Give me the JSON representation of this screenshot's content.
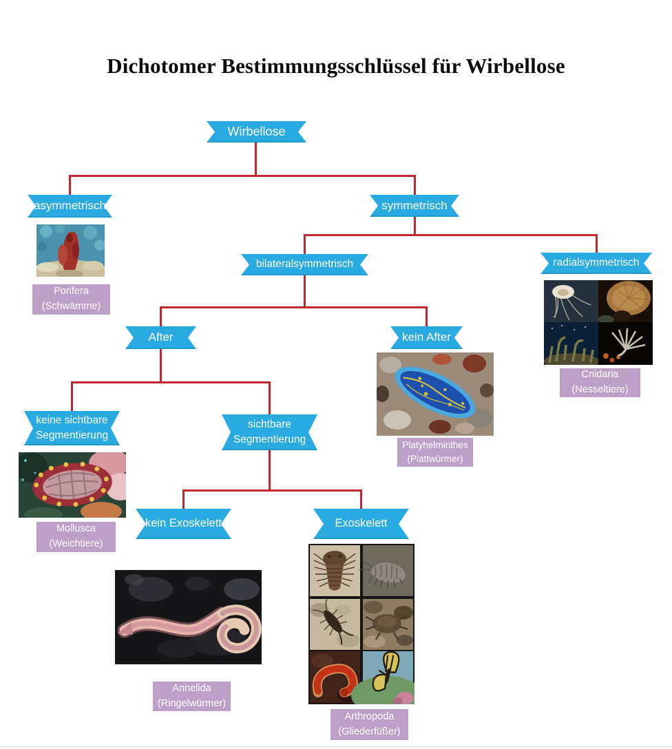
{
  "title": "Dichotomer Bestimmungsschlüssel für Wirbellose",
  "colors": {
    "banner_blue": "#29abe2",
    "connector_red": "#c1272d",
    "label_purple": "#bca0c8",
    "banner_text": "#ffffff"
  },
  "banners": {
    "wirbellose": "Wirbellose",
    "asymmetrisch": "asymmetrisch",
    "symmetrisch": "symmetrisch",
    "bilateralsymmetrisch": "bilateralsymmetrisch",
    "radialsymmetrisch": "radialsymmetrisch",
    "after": "After",
    "kein_after": "kein After",
    "keine_sichtbare_segmentierung": {
      "line1": "keine sichtbare",
      "line2": "Segmentierung"
    },
    "sichtbare_segmentierung": {
      "line1": "sichtbare",
      "line2": "Segmentierung"
    },
    "kein_exoskelett": "kein Exoskelett",
    "exoskelett": "Exoskelett"
  },
  "taxa": {
    "porifera": {
      "name": "Porifera",
      "common": "(Schwämme)"
    },
    "cnidaria": {
      "name": "Cnidaria",
      "common": "(Nesseltiere)"
    },
    "platyhelminthes": {
      "name": "Platyhelminthes",
      "common": "(Plattwürmer)"
    },
    "mollusca": {
      "name": "Mollusca",
      "common": "(Weichtiere)"
    },
    "annelida": {
      "name": "Annelida",
      "common": "(Ringelwürmer)"
    },
    "arthropoda": {
      "name": "Arthropoda",
      "common": "(Gliederfüßer)"
    }
  },
  "photos": {
    "porifera": "red sponge on blue coral reef",
    "cnidaria": "2x2 montage: jellyfish, sea fan, coral reef, feather anemone",
    "platyhelminthes": "blue flatworm with yellow markings on rock",
    "mollusca": "chiton with red rim and yellow spots",
    "annelida": "pink bristle worm coiled on dark ground",
    "arthropoda": "2x3 montage: trilobite, amphipod, earwig, crab, red millipede, swallowtail butterfly"
  }
}
